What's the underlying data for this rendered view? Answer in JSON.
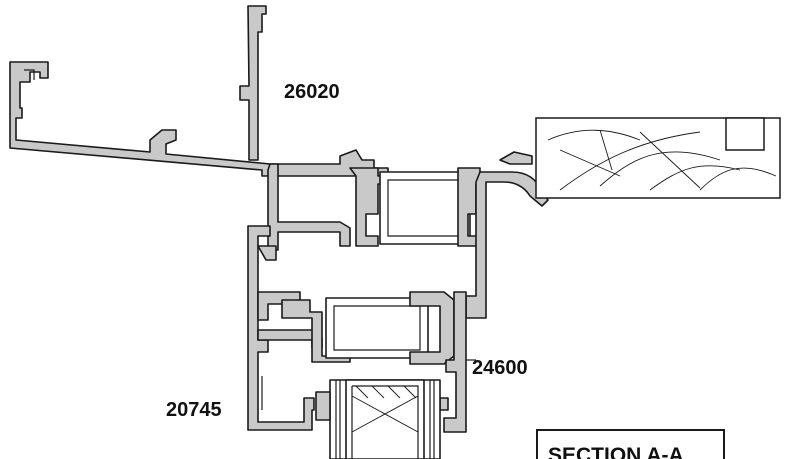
{
  "labels": {
    "top_profile": "26020",
    "right_profile": "24600",
    "left_profile": "20745"
  },
  "section": {
    "title": "SECTION A-A"
  }
}
